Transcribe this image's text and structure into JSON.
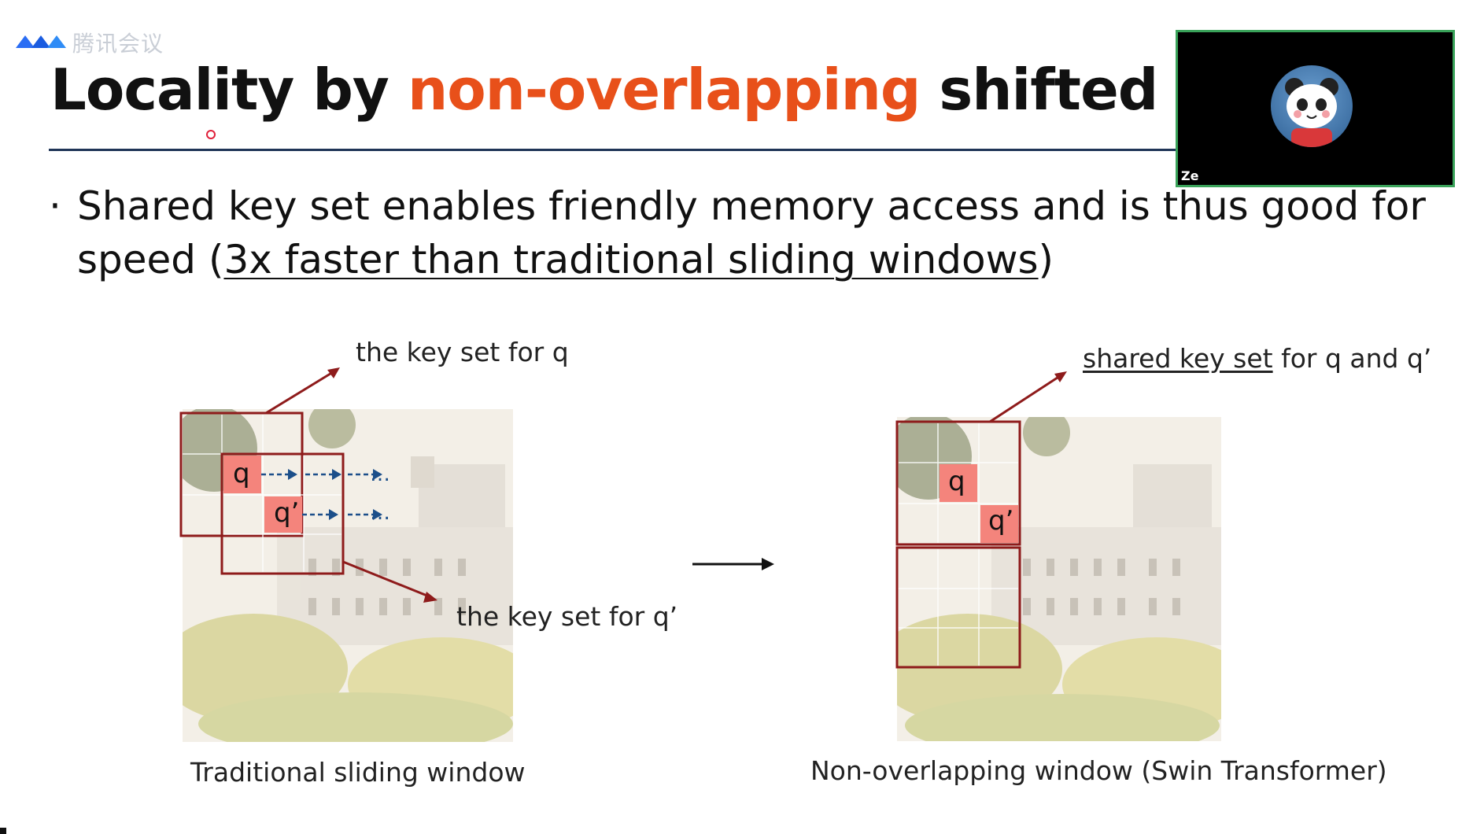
{
  "app": {
    "name": "腾讯会议"
  },
  "slide": {
    "title": {
      "part1": "Locality by ",
      "highlight": "non-overlapping",
      "part2": " shifted windows",
      "highlight_color": "#e8501a"
    },
    "bullet": {
      "marker": "·",
      "text_before": "Shared key set enables friendly memory access and is thus good for speed (",
      "underlined": "3x faster than traditional sliding windows",
      "text_after": ")"
    },
    "left_panel": {
      "label_top": "the key set for q",
      "label_bottom": "the key set for q’",
      "cell_q": "q",
      "cell_q2": "q’",
      "ellipsis": "…",
      "caption": "Traditional sliding window"
    },
    "right_panel": {
      "label_top_underlined": "shared key set",
      "label_top_rest": " for q and q’",
      "cell_q": "q",
      "cell_q2": "q’",
      "caption": "Non-overlapping window (Swin Transformer)"
    }
  },
  "video": {
    "speaker": "Ze",
    "border_color": "#3aa35a"
  },
  "colors": {
    "window_border": "#8e1b1b",
    "query_cell": "#f4847c",
    "arrow_blue": "#1c4f8a",
    "title_rule": "#1f3557"
  }
}
